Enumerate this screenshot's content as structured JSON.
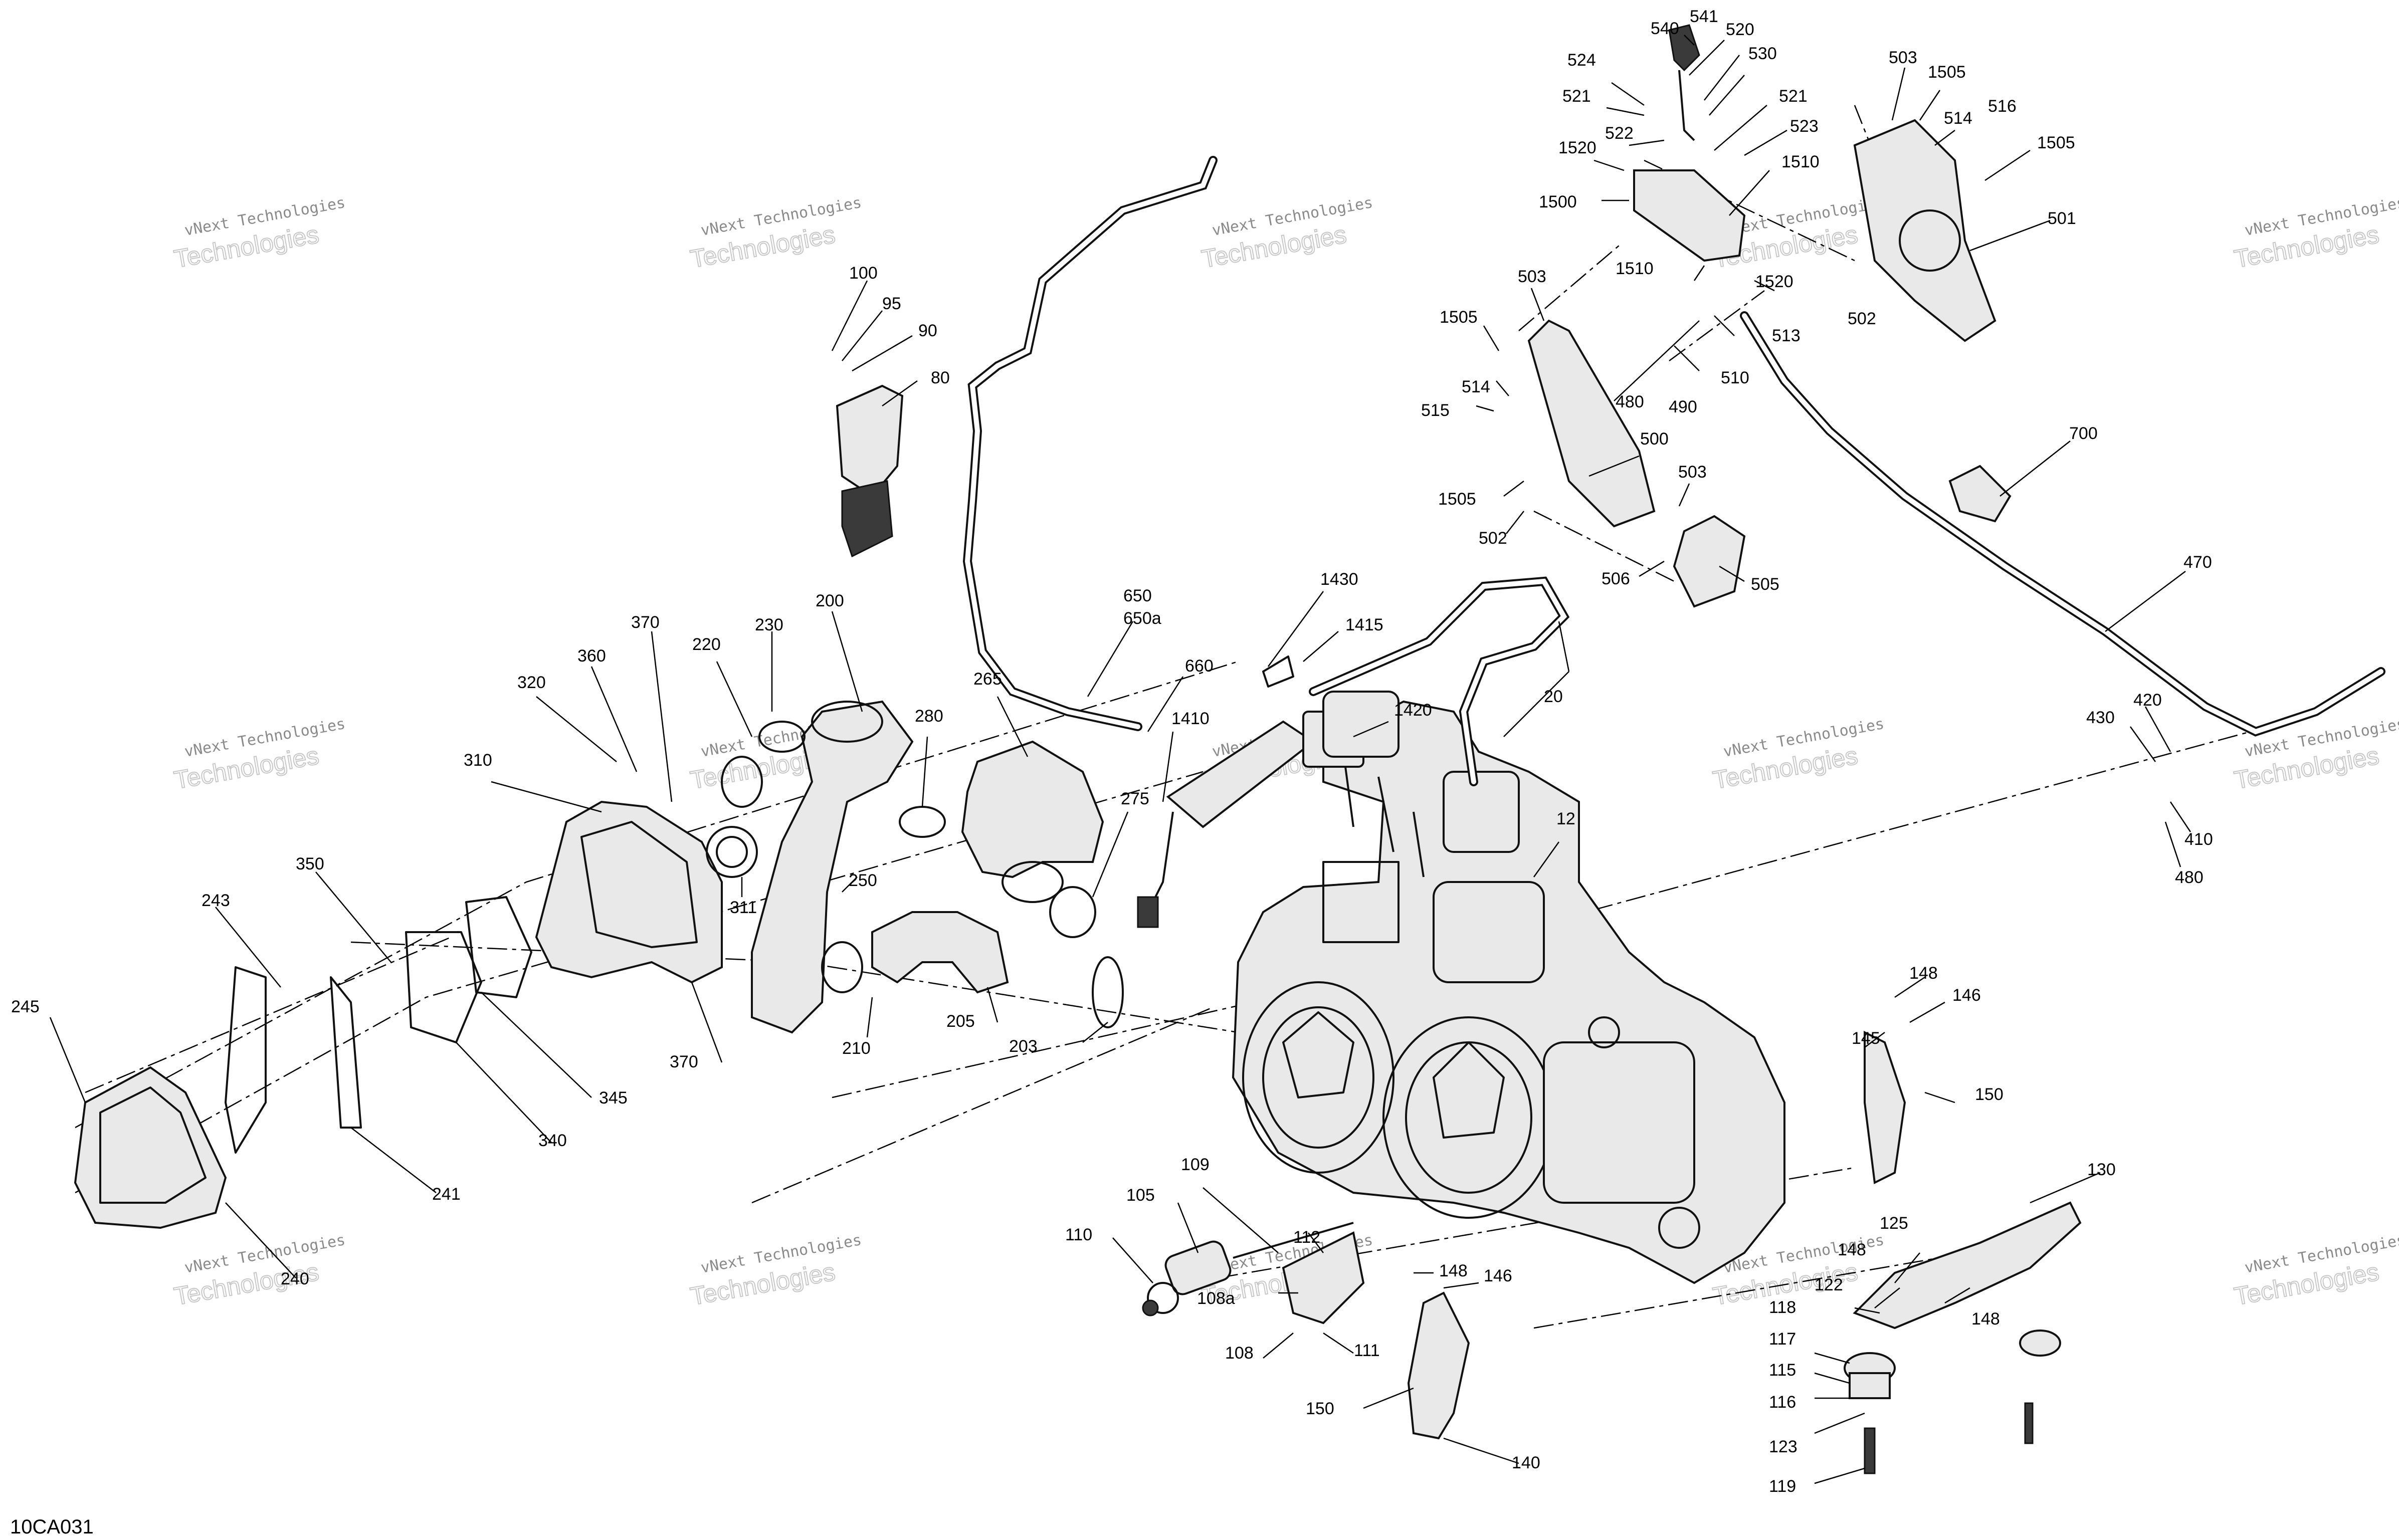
{
  "diagram": {
    "figure_id": "10CA031",
    "watermark": {
      "line1": "vNext Technologies",
      "line2": "Technologies"
    },
    "callouts": [
      "540",
      "541",
      "520",
      "530",
      "524",
      "521",
      "522",
      "521",
      "523",
      "503",
      "1505",
      "514",
      "516",
      "1505",
      "1520",
      "1510",
      "1500",
      "501",
      "1510",
      "1520",
      "503",
      "502",
      "1505",
      "514",
      "513",
      "510",
      "480",
      "490",
      "515",
      "500",
      "503",
      "1505",
      "502",
      "506",
      "505",
      "700",
      "470",
      "100",
      "95",
      "90",
      "80",
      "1430",
      "1415",
      "650",
      "650a",
      "660",
      "1410",
      "1420",
      "20",
      "370",
      "230",
      "200",
      "360",
      "220",
      "320",
      "310",
      "265",
      "280",
      "275",
      "12",
      "311",
      "250",
      "243",
      "350",
      "205",
      "210",
      "203",
      "245",
      "370",
      "345",
      "340",
      "241",
      "240",
      "430",
      "420",
      "410",
      "480",
      "148",
      "146",
      "145",
      "150",
      "130",
      "110",
      "105",
      "109",
      "112",
      "108a",
      "108",
      "111",
      "148",
      "146",
      "150",
      "140",
      "125",
      "148",
      "122",
      "118",
      "148",
      "117",
      "115",
      "116",
      "123",
      "119"
    ]
  }
}
